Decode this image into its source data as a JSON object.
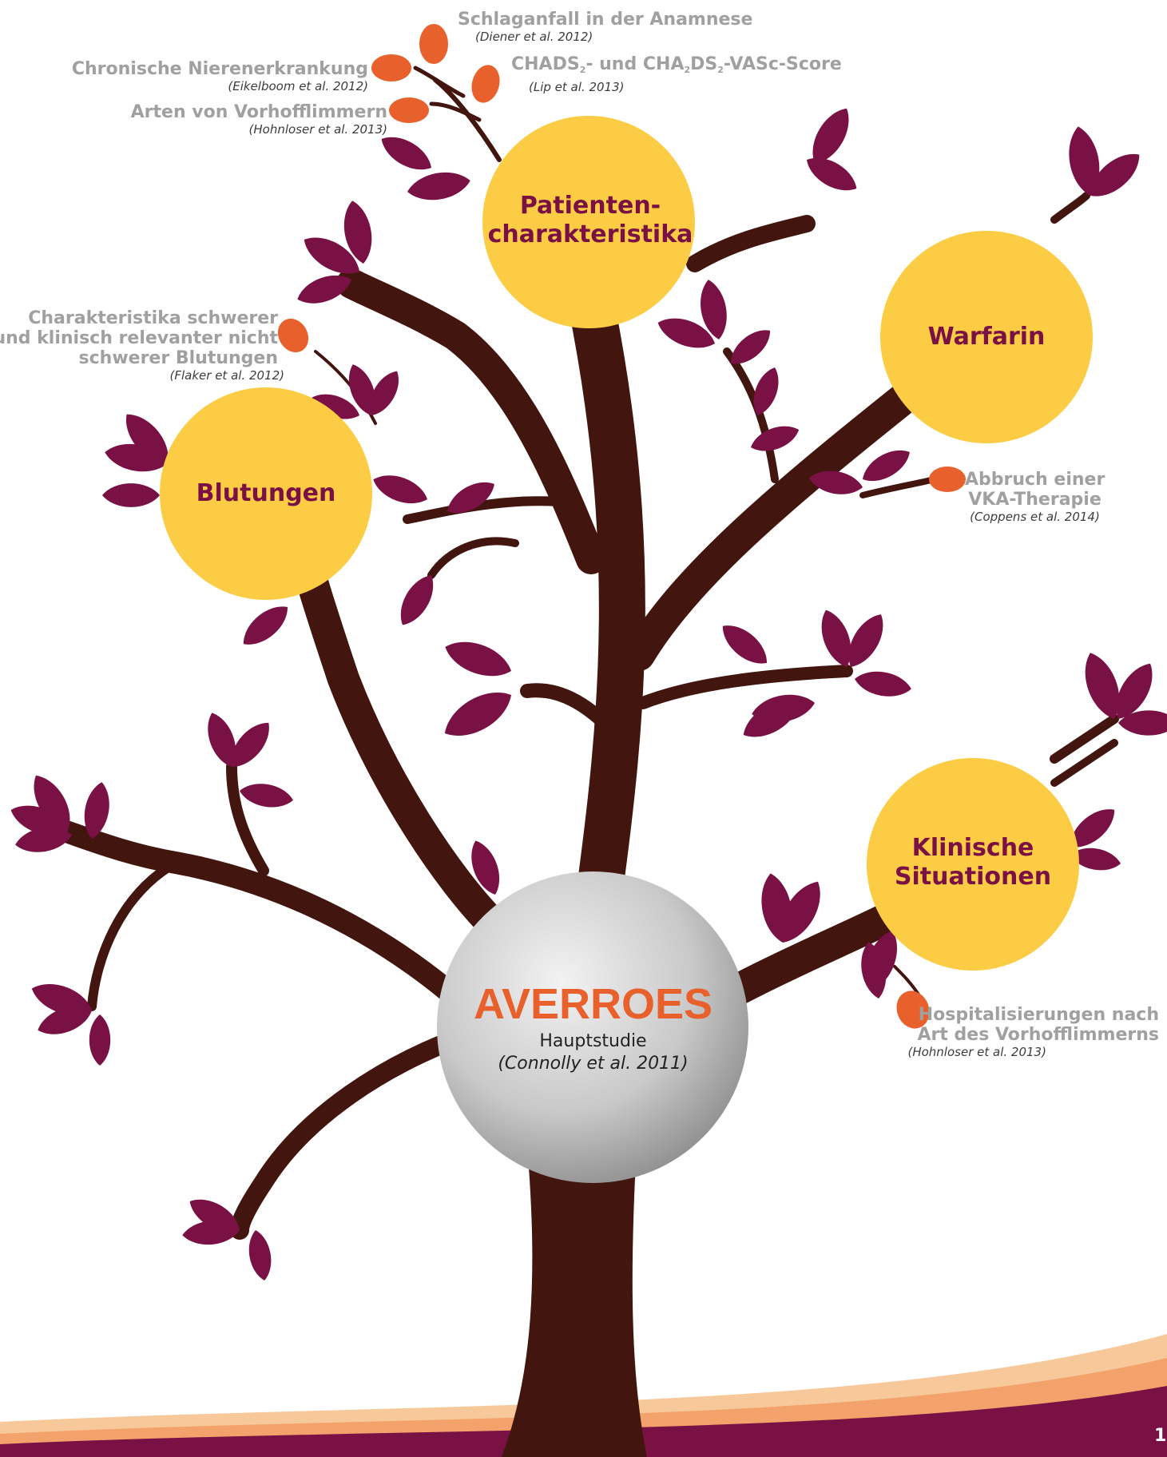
{
  "root": {
    "title": "AVERROES",
    "subtitle": "Hauptstudie",
    "citation": "(Connolly et al. 2011)"
  },
  "circles": {
    "patient": {
      "label_line1": "Patienten-",
      "label_line2": "charakteristika"
    },
    "warfarin": {
      "label": "Warfarin"
    },
    "blutungen": {
      "label": "Blutungen"
    },
    "klinische": {
      "label_line1": "Klinische",
      "label_line2": "Situationen"
    }
  },
  "fruits": {
    "schlaganfall": {
      "text": "Schlaganfall in der Anamnese",
      "citation": "(Diener et al. 2012)"
    },
    "niere": {
      "text": "Chronische Nierenerkrankung",
      "citation": "(Eikelboom et al. 2012)"
    },
    "chads": {
      "text_part1": "CHADS",
      "text_sub1": "2",
      "text_part2": "- und CHA",
      "text_sub2": "2",
      "text_part3": "DS",
      "text_sub3": "2",
      "text_part4": "-VASc-Score",
      "citation": "(Lip et al. 2013)"
    },
    "vhf_arten": {
      "text": "Arten von Vorhofflimmern",
      "citation": "(Hohnloser et al. 2013)"
    },
    "blutungen_char": {
      "line1": "Charakteristika schwerer",
      "line2": "und klinisch relevanter nicht",
      "line3": "schwerer Blutungen",
      "citation": "(Flaker et al. 2012)"
    },
    "vka": {
      "line1": "Abbruch einer",
      "line2": "VKA-Therapie",
      "citation": "(Coppens et al. 2014)"
    },
    "hospital": {
      "line1": "Hospitalisierungen nach",
      "line2": "Art des Vorhofflimmerns",
      "citation": "(Hohnloser et al. 2013)"
    }
  },
  "page_number": "1",
  "colors": {
    "trunk": "#42150f",
    "leaf": "#7a1145",
    "circle": "#fdcc45",
    "fruit": "#e8612c",
    "label": "#a0a0a0",
    "band_dark": "#7a1145",
    "band_light": "#f2b078"
  }
}
